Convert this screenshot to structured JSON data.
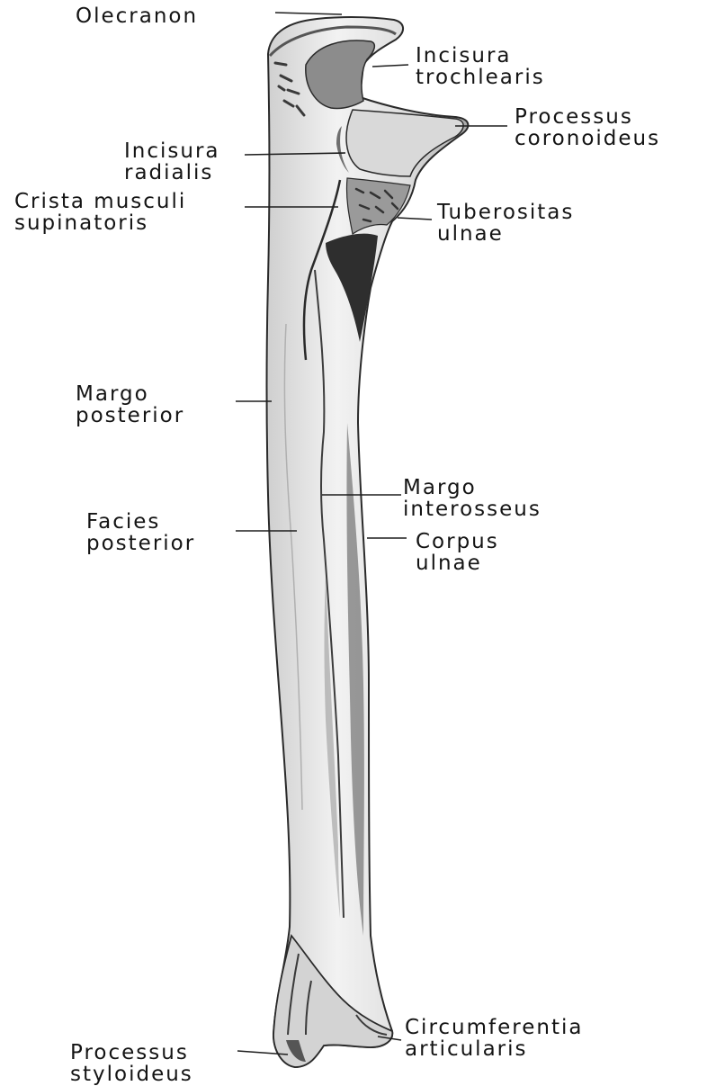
{
  "diagram": {
    "labels": {
      "olecranon": [
        "Olecranon"
      ],
      "incisura_trochlearis": [
        "Incisura",
        "trochlearis"
      ],
      "processus_coronoideus": [
        "Processus",
        "coronoideus"
      ],
      "incisura_radialis": [
        "Incisura",
        "radialis"
      ],
      "crista_musculi_supinatoris": [
        "Crista musculi",
        "supinatoris"
      ],
      "tuberositas_ulnae": [
        "Tuberositas",
        "ulnae"
      ],
      "margo_posterior": [
        "Margo",
        "posterior"
      ],
      "margo_interosseus": [
        "Margo",
        "interosseus"
      ],
      "facies_posterior": [
        "Facies",
        "posterior"
      ],
      "corpus_ulnae": [
        "Corpus",
        "ulnae"
      ],
      "circumferentia_articularis": [
        "Circumferentia",
        "articularis"
      ],
      "processus_styloideus": [
        "Processus",
        "styloideus"
      ]
    },
    "colors": {
      "background": "#ffffff",
      "text": "#141414",
      "bone_fill": "#e9e9e9",
      "bone_outline": "#2a2a2a",
      "shadow": "#6e6e6e",
      "deep_shadow": "#2e2e2e",
      "leader": "#1e1e1e"
    }
  }
}
